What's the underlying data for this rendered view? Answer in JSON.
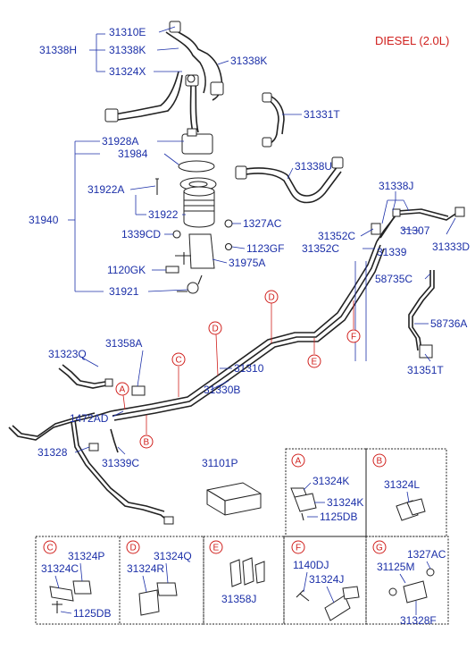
{
  "header": {
    "title": "DIESEL (2.0L)"
  },
  "parts": {
    "p31310E": "31310E",
    "p31338H": "31338H",
    "p31338K_a": "31338K",
    "p31324X": "31324X",
    "p31338K_b": "31338K",
    "p31331T": "31331T",
    "p31928A": "31928A",
    "p31984": "31984",
    "p31338U": "31338U",
    "p31922A": "31922A",
    "p31922": "31922",
    "p31940": "31940",
    "p1327AC_a": "1327AC",
    "p1339CD": "1339CD",
    "p1123GF": "1123GF",
    "p1120GK": "1120GK",
    "p31975A": "31975A",
    "p31921": "31921",
    "p31338J": "31338J",
    "p31352C_a": "31352C",
    "p31307": "31307",
    "p31352C_b": "31352C",
    "p31339": "31339",
    "p31333D": "31333D",
    "p58735C": "58735C",
    "p58736A": "58736A",
    "p31351T": "31351T",
    "p31323Q": "31323Q",
    "p31358A": "31358A",
    "p31310": "31310",
    "p31330B": "31330B",
    "p1472AD": "1472AD",
    "p31328": "31328",
    "p31339C": "31339C",
    "p31101P": "31101P"
  },
  "callouts": {
    "A": "A",
    "B": "B",
    "C": "C",
    "D": "D",
    "E": "E",
    "F": "F",
    "G": "G"
  },
  "detail_boxes": {
    "A": {
      "l1": "31324K",
      "l2": "31324K",
      "l3": "1125DB"
    },
    "B": {
      "l1": "31324L"
    },
    "C": {
      "l1": "31324P",
      "l2": "31324C",
      "l3": "1125DB"
    },
    "D": {
      "l1": "31324Q",
      "l2": "31324R"
    },
    "E": {
      "l1": "31358J"
    },
    "F": {
      "l1": "1140DJ",
      "l2": "31324J"
    },
    "G": {
      "l1": "1327AC",
      "l2": "31125M",
      "l3": "31328F"
    }
  }
}
